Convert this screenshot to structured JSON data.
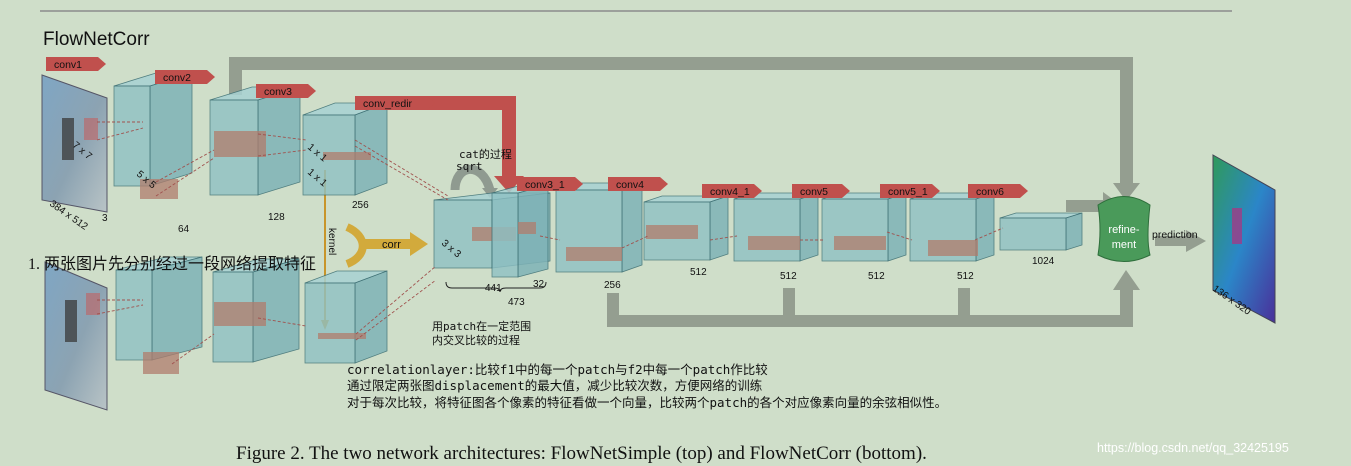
{
  "title": "FlowNetCorr",
  "layer_tags": [
    "conv1",
    "conv2",
    "conv3",
    "conv_redir",
    "conv3_1",
    "conv4",
    "conv4_1",
    "conv5",
    "conv5_1",
    "conv6"
  ],
  "dims": {
    "input": "384 x 512",
    "input_ch": "3",
    "k1": "7 x 7",
    "k2": "5 x 5",
    "c64": "64",
    "c128": "128",
    "c256": "256",
    "k11a": "1 x 1",
    "k11b": "1 x 1",
    "k33": "3 x 3",
    "c441": "441",
    "c473": "473",
    "c32": "32",
    "c256b": "256",
    "c512a": "512",
    "c512b": "512",
    "c512c": "512",
    "c512d": "512",
    "c1024": "1024",
    "out": "136 x 320"
  },
  "labels": {
    "kernel": "kernel",
    "corr": "corr",
    "refinement_1": "refine-",
    "refinement_2": "ment",
    "prediction": "prediction"
  },
  "annotations": {
    "cat_1": "cat的过程",
    "cat_2": "sqrt",
    "step1": "1. 两张图片先分别经过一段网络提取特征",
    "patch_1": "用patch在一定范围",
    "patch_2": "内交叉比较的过程",
    "corr_1": "correlationlayer:比较f1中的每一个patch与f2中每一个patch作比较",
    "corr_2": "通过限定两张图displacement的最大值，减少比较次数，方便网络的训练",
    "corr_3": "对于每次比较，将特征图各个像素的特征看做一个向量，比较两个patch的各个对应像素向量的余弦相似性。"
  },
  "caption": "Figure 2. The two network architectures: FlowNetSimple (top) and FlowNetCorr (bottom).",
  "watermark": "https://blog.csdn.net/qq_32425195",
  "colors": {
    "background": "#cfdec9",
    "block_front": "#8fc1c4",
    "block_edge": "#3b6e73",
    "tag": "#c0504d",
    "flow_arrow": "#949e90",
    "corr_arrow": "#d2aa3c",
    "refinement": "#4a9a5a"
  }
}
